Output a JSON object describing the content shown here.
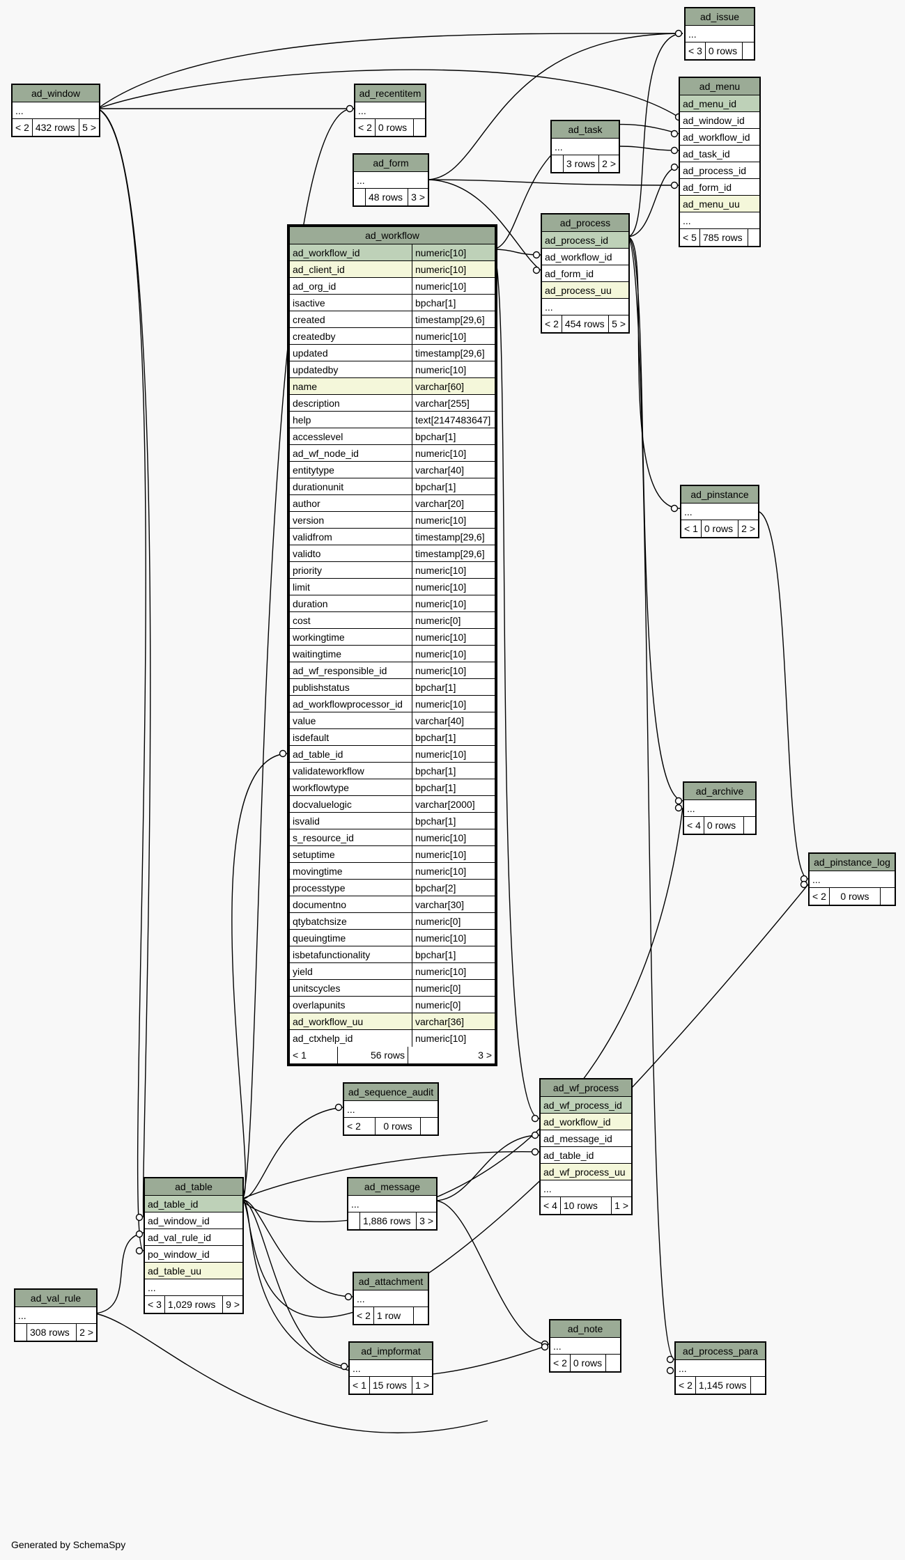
{
  "generated_by": "Generated by SchemaSpy",
  "tables": {
    "ad_window": {
      "name": "ad_window",
      "rows": [
        "..."
      ],
      "footer": [
        "< 2",
        "432 rows",
        "5 >"
      ]
    },
    "ad_recentitem": {
      "name": "ad_recentitem",
      "rows": [
        "..."
      ],
      "footer": [
        "< 2",
        "0 rows",
        ""
      ]
    },
    "ad_form": {
      "name": "ad_form",
      "rows": [
        "..."
      ],
      "footer": [
        "",
        "48 rows",
        "3 >"
      ]
    },
    "ad_issue": {
      "name": "ad_issue",
      "rows": [
        "..."
      ],
      "footer": [
        "< 3",
        "0 rows",
        ""
      ]
    },
    "ad_task": {
      "name": "ad_task",
      "rows": [
        "..."
      ],
      "footer": [
        "",
        "3 rows",
        "2 >"
      ]
    },
    "ad_menu": {
      "name": "ad_menu",
      "rows": [
        "ad_menu_id",
        "ad_window_id",
        "ad_workflow_id",
        "ad_task_id",
        "ad_process_id",
        "ad_form_id",
        "ad_menu_uu",
        "..."
      ],
      "footer": [
        "< 5",
        "785 rows",
        ""
      ]
    },
    "ad_process": {
      "name": "ad_process",
      "rows": [
        "ad_process_id",
        "ad_workflow_id",
        "ad_form_id",
        "ad_process_uu",
        "..."
      ],
      "footer": [
        "< 2",
        "454 rows",
        "5 >"
      ]
    },
    "ad_pinstance": {
      "name": "ad_pinstance",
      "rows": [
        "..."
      ],
      "footer": [
        "< 1",
        "0 rows",
        "2 >"
      ]
    },
    "ad_archive": {
      "name": "ad_archive",
      "rows": [
        "..."
      ],
      "footer": [
        "< 4",
        "0 rows",
        ""
      ]
    },
    "ad_pinstance_log": {
      "name": "ad_pinstance_log",
      "rows": [
        "..."
      ],
      "footer": [
        "< 2",
        "0 rows",
        ""
      ]
    },
    "ad_workflow": {
      "name": "ad_workflow",
      "columns": [
        [
          "ad_workflow_id",
          "numeric[10]"
        ],
        [
          "ad_client_id",
          "numeric[10]"
        ],
        [
          "ad_org_id",
          "numeric[10]"
        ],
        [
          "isactive",
          "bpchar[1]"
        ],
        [
          "created",
          "timestamp[29,6]"
        ],
        [
          "createdby",
          "numeric[10]"
        ],
        [
          "updated",
          "timestamp[29,6]"
        ],
        [
          "updatedby",
          "numeric[10]"
        ],
        [
          "name",
          "varchar[60]"
        ],
        [
          "description",
          "varchar[255]"
        ],
        [
          "help",
          "text[2147483647]"
        ],
        [
          "accesslevel",
          "bpchar[1]"
        ],
        [
          "ad_wf_node_id",
          "numeric[10]"
        ],
        [
          "entitytype",
          "varchar[40]"
        ],
        [
          "durationunit",
          "bpchar[1]"
        ],
        [
          "author",
          "varchar[20]"
        ],
        [
          "version",
          "numeric[10]"
        ],
        [
          "validfrom",
          "timestamp[29,6]"
        ],
        [
          "validto",
          "timestamp[29,6]"
        ],
        [
          "priority",
          "numeric[10]"
        ],
        [
          "limit",
          "numeric[10]"
        ],
        [
          "duration",
          "numeric[10]"
        ],
        [
          "cost",
          "numeric[0]"
        ],
        [
          "workingtime",
          "numeric[10]"
        ],
        [
          "waitingtime",
          "numeric[10]"
        ],
        [
          "ad_wf_responsible_id",
          "numeric[10]"
        ],
        [
          "publishstatus",
          "bpchar[1]"
        ],
        [
          "ad_workflowprocessor_id",
          "numeric[10]"
        ],
        [
          "value",
          "varchar[40]"
        ],
        [
          "isdefault",
          "bpchar[1]"
        ],
        [
          "ad_table_id",
          "numeric[10]"
        ],
        [
          "validateworkflow",
          "bpchar[1]"
        ],
        [
          "workflowtype",
          "bpchar[1]"
        ],
        [
          "docvaluelogic",
          "varchar[2000]"
        ],
        [
          "isvalid",
          "bpchar[1]"
        ],
        [
          "s_resource_id",
          "numeric[10]"
        ],
        [
          "setuptime",
          "numeric[10]"
        ],
        [
          "movingtime",
          "numeric[10]"
        ],
        [
          "processtype",
          "bpchar[2]"
        ],
        [
          "documentno",
          "varchar[30]"
        ],
        [
          "qtybatchsize",
          "numeric[0]"
        ],
        [
          "queuingtime",
          "numeric[10]"
        ],
        [
          "isbetafunctionality",
          "bpchar[1]"
        ],
        [
          "yield",
          "numeric[10]"
        ],
        [
          "unitscycles",
          "numeric[0]"
        ],
        [
          "overlapunits",
          "numeric[0]"
        ],
        [
          "ad_workflow_uu",
          "varchar[36]"
        ],
        [
          "ad_ctxhelp_id",
          "numeric[10]"
        ]
      ],
      "footer": [
        "< 1",
        "56 rows",
        "3 >"
      ]
    },
    "ad_sequence_audit": {
      "name": "ad_sequence_audit",
      "rows": [
        "..."
      ],
      "footer": [
        "< 2",
        "0 rows",
        ""
      ]
    },
    "ad_wf_process": {
      "name": "ad_wf_process",
      "rows": [
        "ad_wf_process_id",
        "ad_workflow_id",
        "ad_message_id",
        "ad_table_id",
        "ad_wf_process_uu",
        "..."
      ],
      "footer": [
        "< 4",
        "10 rows",
        "1 >"
      ]
    },
    "ad_message": {
      "name": "ad_message",
      "rows": [
        "..."
      ],
      "footer": [
        "",
        "1,886 rows",
        "3 >"
      ]
    },
    "ad_table": {
      "name": "ad_table",
      "rows": [
        "ad_table_id",
        "ad_window_id",
        "ad_val_rule_id",
        "po_window_id",
        "ad_table_uu",
        "..."
      ],
      "footer": [
        "< 3",
        "1,029 rows",
        "9 >"
      ]
    },
    "ad_val_rule": {
      "name": "ad_val_rule",
      "rows": [
        "..."
      ],
      "footer": [
        "",
        "308 rows",
        "2 >"
      ]
    },
    "ad_attachment": {
      "name": "ad_attachment",
      "rows": [
        "..."
      ],
      "footer": [
        "< 2",
        "1 row",
        ""
      ]
    },
    "ad_impformat": {
      "name": "ad_impformat",
      "rows": [
        "..."
      ],
      "footer": [
        "< 1",
        "15 rows",
        "1 >"
      ]
    },
    "ad_note": {
      "name": "ad_note",
      "rows": [
        "..."
      ],
      "footer": [
        "< 2",
        "0 rows",
        ""
      ]
    },
    "ad_process_para": {
      "name": "ad_process_para",
      "rows": [
        "..."
      ],
      "footer": [
        "< 2",
        "1,145 rows",
        ""
      ]
    }
  },
  "colors": {
    "header": "#9bab96",
    "primary_key": "#bed1b8",
    "unique": "#f4f7da",
    "background": "#f8f8f8"
  }
}
